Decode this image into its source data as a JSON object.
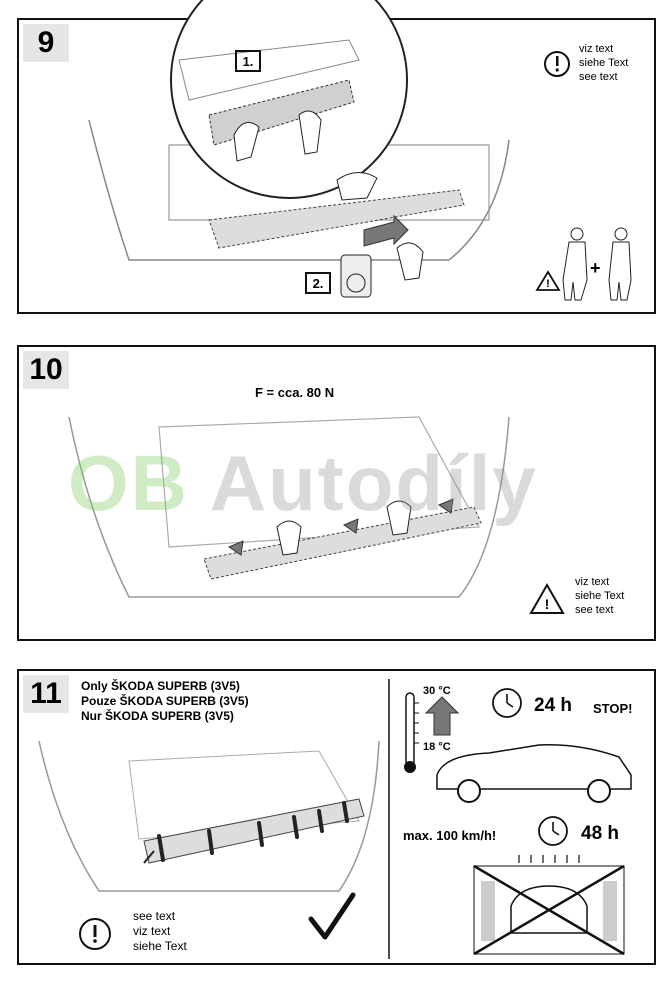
{
  "step9": {
    "number": "9",
    "label1": "1.",
    "label2": "2.",
    "info_lines": [
      "viz text",
      "siehe Text",
      "see text"
    ],
    "plus": "+"
  },
  "step10": {
    "number": "10",
    "force": "F = cca. 80 N",
    "warn_lines": [
      "viz text",
      "siehe Text",
      "see text"
    ]
  },
  "watermark": {
    "part1": "OB",
    "part2": " Autodíly"
  },
  "step11": {
    "number": "11",
    "title_lines": [
      "Only ŠKODA SUPERB (3V5)",
      "Pouze ŠKODA SUPERB (3V5)",
      "Nur ŠKODA SUPERB (3V5)"
    ],
    "info_lines": [
      "see text",
      "viz text",
      "siehe Text"
    ],
    "temp_high": "30 °C",
    "temp_low": "18 °C",
    "wait_time": "24 h",
    "stop": "STOP!",
    "speed_limit": "max. 100 km/h!",
    "wait_time2": "48 h"
  }
}
